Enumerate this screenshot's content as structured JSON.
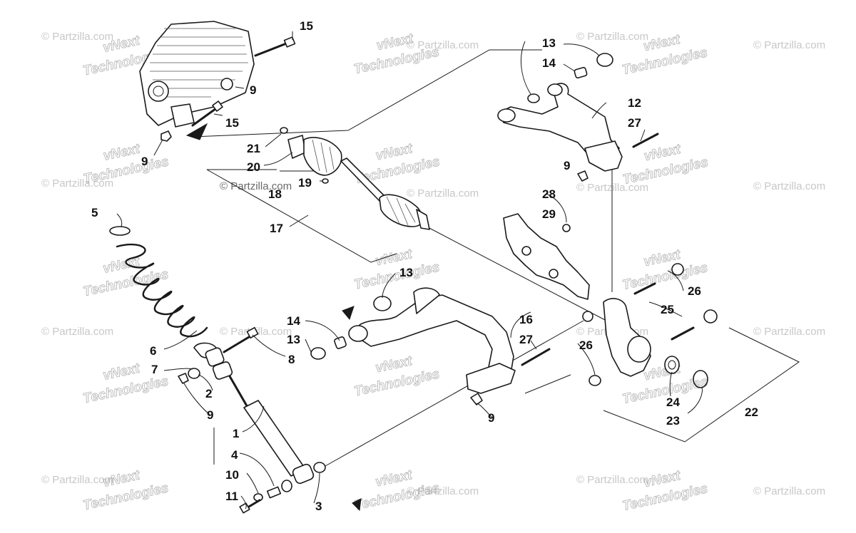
{
  "watermarks": {
    "partzilla": "© Partzilla.com",
    "vnext_top": "vNext",
    "vnext_bottom": "Technologies"
  },
  "callouts": [
    {
      "id": "c-15a",
      "label": "15"
    },
    {
      "id": "c-9a",
      "label": "9"
    },
    {
      "id": "c-15b",
      "label": "15"
    },
    {
      "id": "c-9b",
      "label": "9"
    },
    {
      "id": "c-21",
      "label": "21"
    },
    {
      "id": "c-20",
      "label": "20"
    },
    {
      "id": "c-19",
      "label": "19"
    },
    {
      "id": "c-18",
      "label": "18"
    },
    {
      "id": "c-17",
      "label": "17"
    },
    {
      "id": "c-13a",
      "label": "13"
    },
    {
      "id": "c-14a",
      "label": "14"
    },
    {
      "id": "c-12",
      "label": "12"
    },
    {
      "id": "c-27a",
      "label": "27"
    },
    {
      "id": "c-9c",
      "label": "9"
    },
    {
      "id": "c-28",
      "label": "28"
    },
    {
      "id": "c-29",
      "label": "29"
    },
    {
      "id": "c-5",
      "label": "5"
    },
    {
      "id": "c-13b",
      "label": "13"
    },
    {
      "id": "c-26a",
      "label": "26"
    },
    {
      "id": "c-25",
      "label": "25"
    },
    {
      "id": "c-14b",
      "label": "14"
    },
    {
      "id": "c-13c",
      "label": "13"
    },
    {
      "id": "c-16",
      "label": "16"
    },
    {
      "id": "c-27b",
      "label": "27"
    },
    {
      "id": "c-26b",
      "label": "26"
    },
    {
      "id": "c-6",
      "label": "6"
    },
    {
      "id": "c-8",
      "label": "8"
    },
    {
      "id": "c-7",
      "label": "7"
    },
    {
      "id": "c-2",
      "label": "2"
    },
    {
      "id": "c-9d",
      "label": "9"
    },
    {
      "id": "c-9e",
      "label": "9"
    },
    {
      "id": "c-24",
      "label": "24"
    },
    {
      "id": "c-23",
      "label": "23"
    },
    {
      "id": "c-22",
      "label": "22"
    },
    {
      "id": "c-1",
      "label": "1"
    },
    {
      "id": "c-4",
      "label": "4"
    },
    {
      "id": "c-10",
      "label": "10"
    },
    {
      "id": "c-11",
      "label": "11"
    },
    {
      "id": "c-3",
      "label": "3"
    }
  ]
}
